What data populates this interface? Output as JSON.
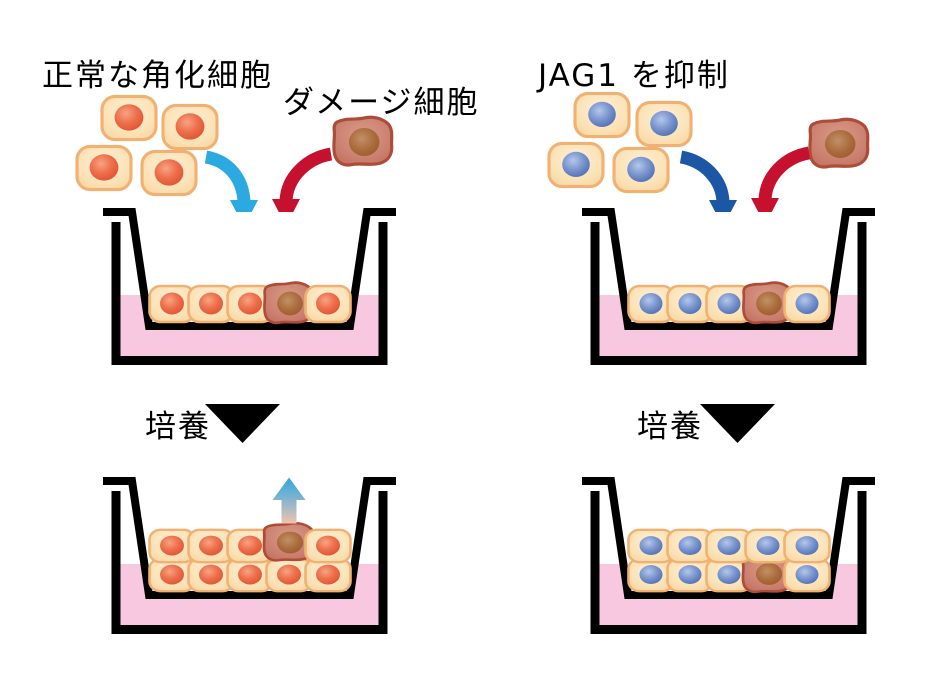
{
  "colors": {
    "background": "#FFFFFF",
    "text": "#000000",
    "outline": "#000000",
    "medium_pink": "#F7C8DF",
    "cell_body": "#FBE2B6",
    "cell_border": "#F1B172",
    "nucleus_orange": "#ED6F4B",
    "nucleus_blue": "#7A95CE",
    "damaged_cell_body": "#CC8170",
    "damaged_cell_border": "#AE4C3A",
    "damaged_nucleus": "#AA6C3C",
    "seed_arrow_cyan": "#2BA9E1",
    "seed_arrow_blue": "#1B57A5",
    "damage_arrow_red": "#C5102E",
    "culture_triangle": "#000000",
    "extrusion_arrow_top": "#34A7DD",
    "extrusion_arrow_bottom": "#EFC3AD"
  },
  "left_panel": {
    "title": "正常な角化細胞",
    "damaged_cell_label": "ダメージ細胞",
    "culture_label": "培養",
    "floating_normal_cells": 4,
    "floating_damaged_cells": 1,
    "seeded_row": [
      "normal",
      "normal",
      "normal",
      "damaged",
      "normal"
    ],
    "cultured_top_row": [
      "normal",
      "normal",
      "normal",
      "damaged",
      "normal"
    ],
    "cultured_bottom_row": [
      "normal",
      "normal",
      "normal",
      "normal",
      "normal"
    ],
    "damaged_cell_extruded": true
  },
  "right_panel": {
    "title": "JAG1 を抑制",
    "culture_label": "培養",
    "floating_normal_cells": 4,
    "floating_damaged_cells": 1,
    "seeded_row": [
      "normal",
      "normal",
      "normal",
      "damaged",
      "normal"
    ],
    "cultured_top_row": [
      "normal",
      "normal",
      "normal",
      "normal",
      "normal"
    ],
    "cultured_bottom_row": [
      "normal",
      "normal",
      "normal",
      "damaged",
      "normal"
    ],
    "damaged_cell_extruded": false
  }
}
